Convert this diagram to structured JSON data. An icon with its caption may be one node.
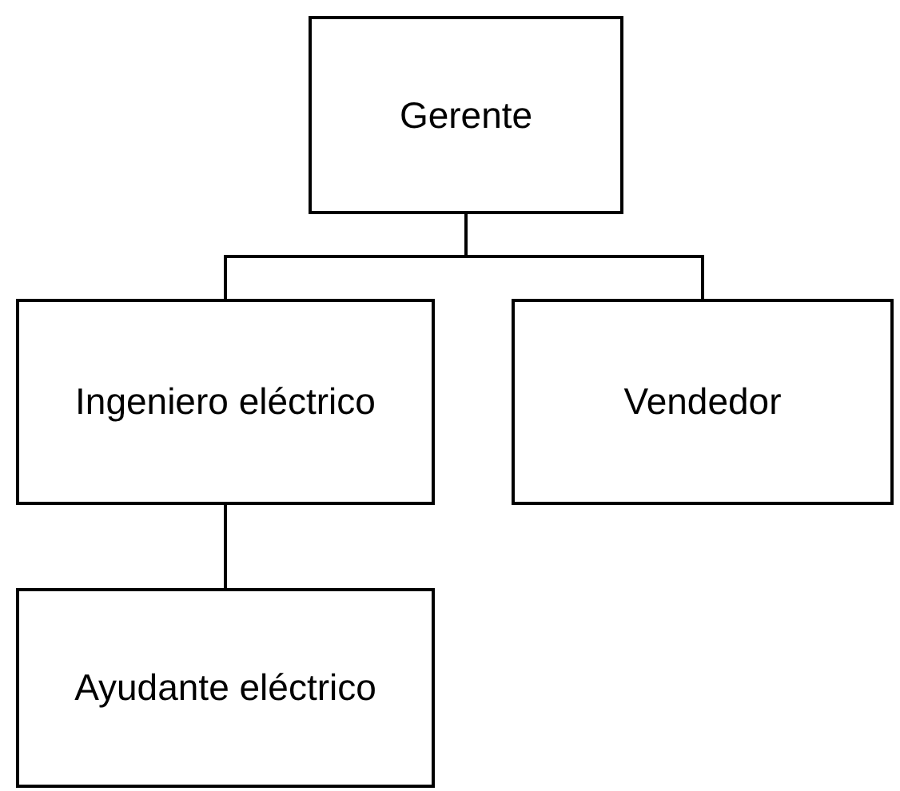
{
  "diagram": {
    "nodes": [
      {
        "text": [
          "Gerente"
        ]
      },
      {
        "text": [
          "Ingeniero eléctrico"
        ]
      },
      {
        "text": [
          "Vendedor"
        ]
      },
      {
        "text": [
          "Ayudante eléctrico"
        ]
      }
    ],
    "edges": [
      {
        "from": 0,
        "to": 1,
        "arrow": "none"
      },
      {
        "from": 0,
        "to": 2,
        "arrow": "none"
      },
      {
        "from": 1,
        "to": 3,
        "arrow": "none"
      }
    ]
  }
}
